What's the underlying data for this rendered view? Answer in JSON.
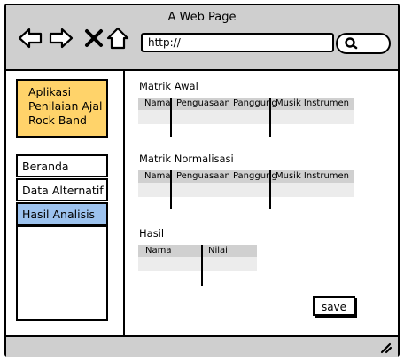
{
  "window": {
    "title": "A Web Page"
  },
  "toolbar": {
    "url": "http://"
  },
  "sidebar": {
    "app_name": [
      "Aplikasi",
      "Penilaian Ajal",
      "Rock Band"
    ],
    "items": [
      {
        "label": "Beranda"
      },
      {
        "label": "Data Alternatif"
      },
      {
        "label": "Hasil Analisis"
      }
    ]
  },
  "main": {
    "matrix_initial": {
      "title": "Matrik Awal",
      "columns": [
        "Nama",
        "Penguasaan Panggung",
        "Musik Instrumen"
      ]
    },
    "matrix_normalized": {
      "title": "Matrik Normalisasi",
      "columns": [
        "Nama",
        "Penguasaan Panggung",
        "Musik Instrumen"
      ]
    },
    "result": {
      "title": "Hasil",
      "columns": [
        "Nama",
        "Nilai"
      ]
    },
    "save_label": "save"
  },
  "colors": {
    "chrome": "#cfcfcf",
    "app_box": "#ffd36a",
    "active_item": "#9cc2ee"
  }
}
